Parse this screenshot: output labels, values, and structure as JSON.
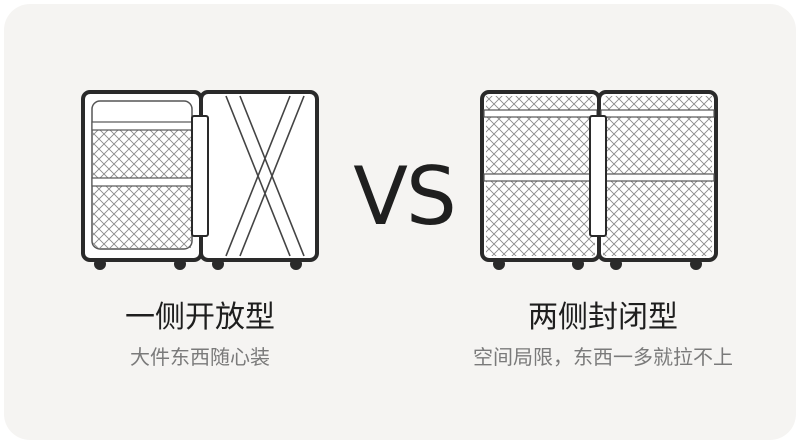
{
  "comparison": {
    "vs_label": "VS",
    "left": {
      "title": "一侧开放型",
      "subtitle": "大件东西随心装"
    },
    "right": {
      "title": "两侧封闭型",
      "subtitle": "空间局限，东西一多就拉不上"
    }
  },
  "colors": {
    "background": "#f5f4f2",
    "outline": "#2a2a2a",
    "net": "#8a8a8a",
    "panel": "#ffffff"
  },
  "icons": [
    "open-suitcase-icon",
    "closed-suitcase-icon"
  ]
}
